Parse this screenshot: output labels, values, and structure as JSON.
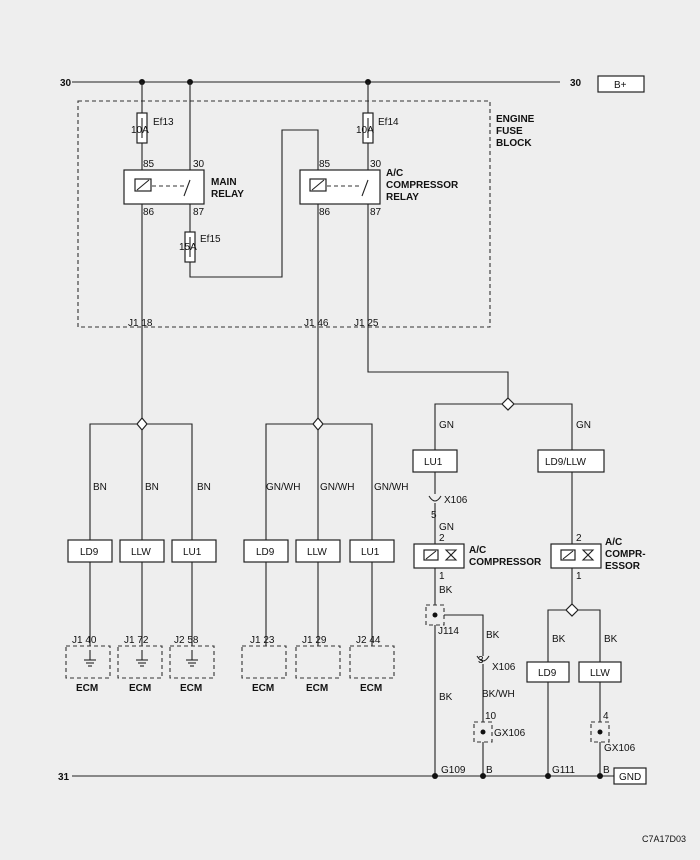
{
  "power": {
    "left_pin": "30",
    "right_pin": "30",
    "b_plus": "B+"
  },
  "ground": {
    "left_pin": "31",
    "gnd": "GND"
  },
  "fuse_block": {
    "line1": "ENGINE",
    "line2": "FUSE",
    "line3": "BLOCK"
  },
  "fuses": {
    "ef13": {
      "name": "Ef13",
      "rating": "10A"
    },
    "ef14": {
      "name": "Ef14",
      "rating": "10A"
    },
    "ef15": {
      "name": "Ef15",
      "rating": "15A"
    }
  },
  "main_relay": {
    "line1": "MAIN",
    "line2": "RELAY",
    "pin85": "85",
    "pin86": "86",
    "pin30": "30",
    "pin87": "87"
  },
  "ac_relay": {
    "line1": "A/C",
    "line2": "COMPRESSOR",
    "line3": "RELAY",
    "pin85": "85",
    "pin86": "86",
    "pin30": "30",
    "pin87": "87"
  },
  "j1_pins": {
    "p18": "J1 18",
    "p46": "J1 46",
    "p25": "J1 25"
  },
  "group_left": {
    "wires": [
      "BN",
      "BN",
      "BN"
    ],
    "boxes": [
      "LD9",
      "LLW",
      "LU1"
    ],
    "conns": [
      "J1 40",
      "J1 72",
      "J2 58"
    ],
    "ecm": [
      "ECM",
      "ECM",
      "ECM"
    ]
  },
  "group_mid": {
    "wires": [
      "GN/WH",
      "GN/WH",
      "GN/WH"
    ],
    "boxes": [
      "LD9",
      "LLW",
      "LU1"
    ],
    "conns": [
      "J1 23",
      "J1 29",
      "J2 44"
    ],
    "ecm": [
      "ECM",
      "ECM",
      "ECM"
    ]
  },
  "right": {
    "gn1": "GN",
    "gn2": "GN",
    "gn3": "GN",
    "lu1": "LU1",
    "ld9llw": "LD9/LLW",
    "x106a": "X106",
    "pin5": "5",
    "pin2a": "2",
    "pin2b": "2",
    "comp1_line1": "A/C",
    "comp1_line2": "COMPRESSOR",
    "comp2_line1": "A/C",
    "comp2_line2": "COMPR-",
    "comp2_line3": "ESSOR",
    "pin1a": "1",
    "pin1b": "1",
    "bk1": "BK",
    "bk2": "BK",
    "bk3": "BK",
    "bk4": "BK",
    "bk5": "BK",
    "j114": "J114",
    "x106b": "X106",
    "pin3": "3",
    "bkwh": "BK/WH",
    "pin10": "10",
    "gx106a": "GX106",
    "ld9": "LD9",
    "llw": "LLW",
    "pin4": "4",
    "gx106b": "GX106",
    "g109": "G109",
    "b1": "B",
    "g111": "G111",
    "b2": "B"
  },
  "code": "C7A17D03"
}
